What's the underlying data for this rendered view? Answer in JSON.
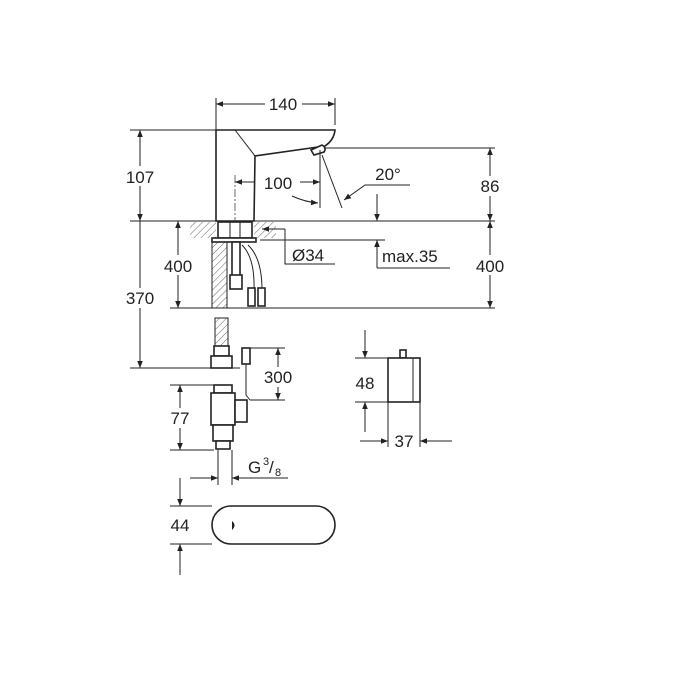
{
  "drawing": {
    "dimensions": {
      "spout_width": "140",
      "spout_height": "107",
      "spout_reach": "100",
      "spray_angle": "20°",
      "outlet_height": "86",
      "hose_length_right": "400",
      "hose_length_left": "400",
      "total_hose": "370",
      "hole_diameter": "Ø34",
      "max_deck_thickness": "max.35",
      "cable_length": "300",
      "valve_height": "77",
      "thread": "G",
      "thread_num": "3",
      "thread_den": "8",
      "box_height": "48",
      "box_width": "37",
      "sensor_height": "44"
    },
    "colors": {
      "line": "#222222",
      "background": "#ffffff"
    }
  }
}
